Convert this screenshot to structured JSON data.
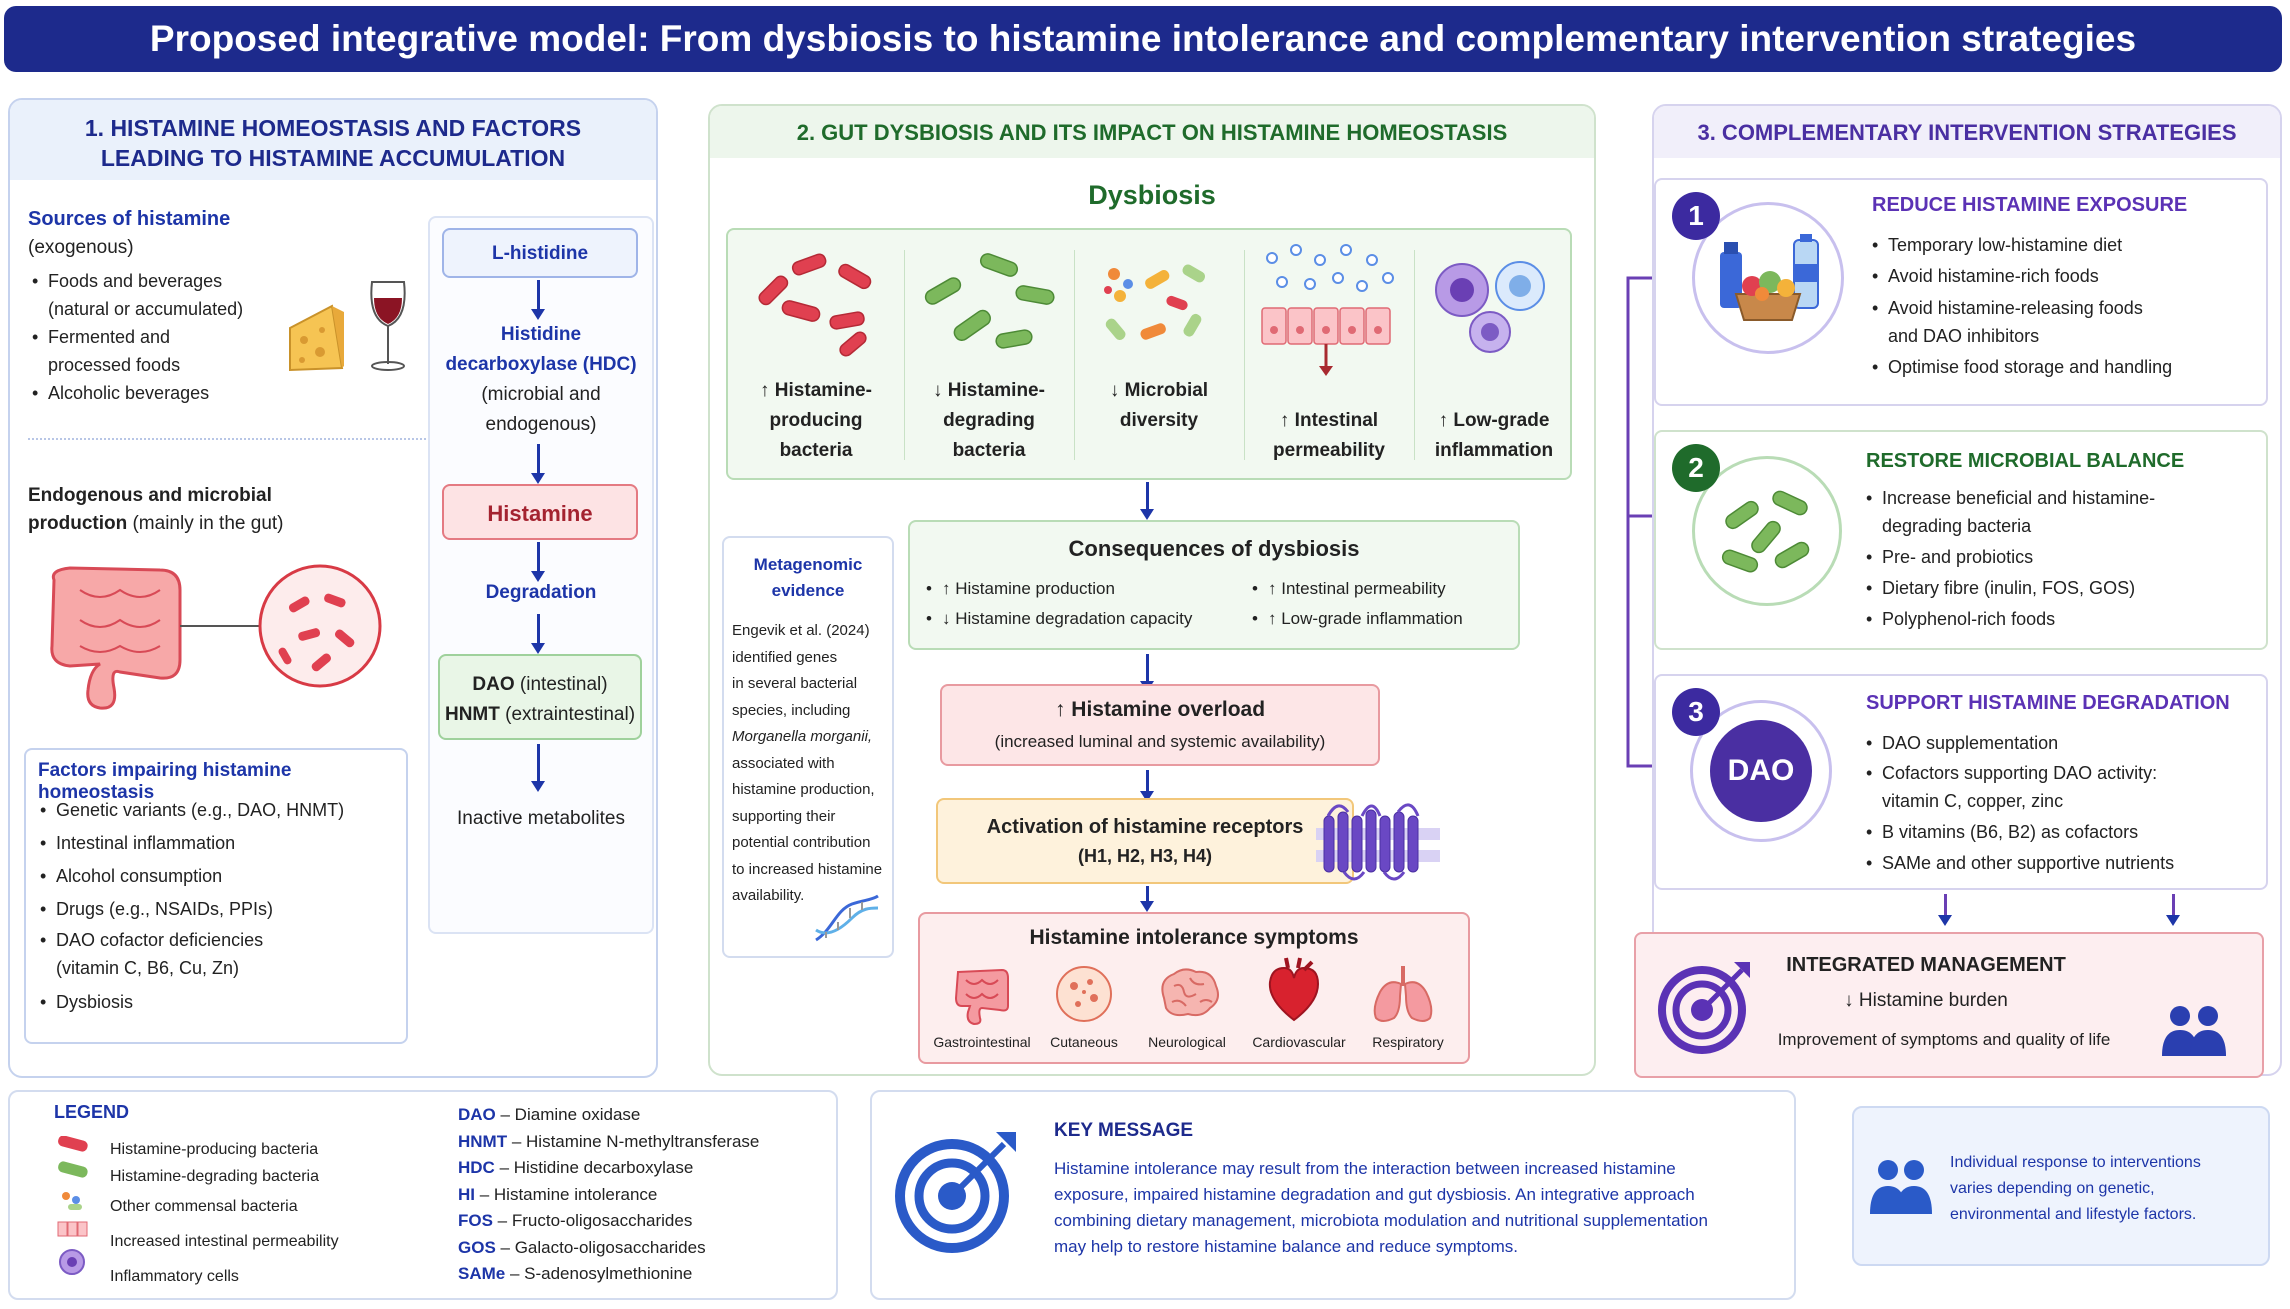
{
  "title": "Proposed integrative model: From dysbiosis to histamine intolerance and complementary intervention strategies",
  "section1": {
    "heading_line1": "1. HISTAMINE HOMEOSTASIS AND FACTORS",
    "heading_line2": "LEADING TO HISTAMINE ACCUMULATION",
    "sources_title": "Sources of histamine",
    "sources_sub": "(exogenous)",
    "sources": [
      "Foods and beverages",
      "(natural or accumulated)",
      "Fermented and",
      "processed foods",
      "Alcoholic beverages"
    ],
    "endo_title": "Endogenous and microbial",
    "endo_title2": "production",
    "endo_sub": "(mainly in the gut)",
    "factors_title": "Factors impairing histamine homeostasis",
    "factors": [
      "Genetic variants (e.g., DAO, HNMT)",
      "Intestinal inflammation",
      "Alcohol consumption",
      "Drugs (e.g., NSAIDs, PPIs)",
      "DAO cofactor deficiencies",
      "(vitamin C, B6, Cu, Zn)",
      "Dysbiosis"
    ],
    "pathway": {
      "lhistidine": "L-histidine",
      "hdc1": "Histidine",
      "hdc2": "decarboxylase (HDC)",
      "hdc3": "(microbial and",
      "hdc4": "endogenous)",
      "histamine": "Histamine",
      "degradation": "Degradation",
      "dao": "DAO",
      "dao_sub": "(intestinal)",
      "hnmt": "HNMT",
      "hnmt_sub": "(extraintestinal)",
      "inactive": "Inactive metabolites"
    }
  },
  "section2": {
    "heading": "2. GUT DYSBIOSIS AND ITS IMPACT ON HISTAMINE HOMEOSTASIS",
    "dysbiosis": "Dysbiosis",
    "items": [
      {
        "l1": "↑ Histamine-",
        "l2": "producing",
        "l3": "bacteria"
      },
      {
        "l1": "↓ Histamine-",
        "l2": "degrading",
        "l3": "bacteria"
      },
      {
        "l1": "↓ Microbial",
        "l2": "diversity",
        "l3": ""
      },
      {
        "l1": "↑ Intestinal",
        "l2": "permeability",
        "l3": ""
      },
      {
        "l1": "↑ Low-grade",
        "l2": "inflammation",
        "l3": ""
      }
    ],
    "meta_title1": "Metagenomic",
    "meta_title2": "evidence",
    "meta_lines": [
      "Engevik et al. (2024)",
      "identified genes",
      "in several bacterial",
      "species, including",
      "Morganella morganii,",
      "associated with",
      "histamine production,",
      "supporting their",
      "potential contribution",
      "to increased histamine",
      "availability."
    ],
    "consequences_title": "Consequences of dysbiosis",
    "consequences": [
      "↑ Histamine production",
      "↓ Histamine degradation capacity",
      "↑ Intestinal permeability",
      "↑ Low-grade inflammation"
    ],
    "overload_title": "↑ Histamine overload",
    "overload_sub": "(increased luminal and systemic availability)",
    "receptors_title": "Activation of histamine receptors",
    "receptors_sub": "(H1, H2, H3, H4)",
    "symptoms_title": "Histamine intolerance symptoms",
    "symptoms": [
      "Gastrointestinal",
      "Cutaneous",
      "Neurological",
      "Cardiovascular",
      "Respiratory"
    ]
  },
  "section3": {
    "heading": "3. COMPLEMENTARY INTERVENTION STRATEGIES",
    "strategies": [
      {
        "num": "1",
        "title": "REDUCE HISTAMINE EXPOSURE",
        "items": [
          "Temporary low-histamine diet",
          "Avoid histamine-rich foods",
          "Avoid histamine-releasing foods",
          "and DAO inhibitors",
          "Optimise food storage and handling"
        ]
      },
      {
        "num": "2",
        "title": "RESTORE MICROBIAL BALANCE",
        "items": [
          "Increase beneficial and histamine-",
          "degrading bacteria",
          "Pre- and probiotics",
          "Dietary fibre (inulin, FOS, GOS)",
          "Polyphenol-rich foods"
        ]
      },
      {
        "num": "3",
        "title": "SUPPORT HISTAMINE DEGRADATION",
        "icon_text": "DAO",
        "items": [
          "DAO supplementation",
          "Cofactors supporting DAO activity:",
          "vitamin C, copper, zinc",
          "B vitamins (B6, B2) as cofactors",
          "SAMe and other supportive nutrients"
        ]
      }
    ],
    "integrated_title": "INTEGRATED MANAGEMENT",
    "integrated_l1": "↓ Histamine burden",
    "integrated_l2": "Improvement of symptoms and quality of life"
  },
  "legend": {
    "title": "LEGEND",
    "symbols": [
      "Histamine-producing bacteria",
      "Histamine-degrading bacteria",
      "Other commensal bacteria",
      "Increased intestinal permeability",
      "Inflammatory cells"
    ],
    "abbrevs": [
      {
        "k": "DAO",
        "v": " – Diamine oxidase"
      },
      {
        "k": "HNMT",
        "v": " – Histamine N-methyltransferase"
      },
      {
        "k": "HDC",
        "v": " – Histidine decarboxylase"
      },
      {
        "k": "HI",
        "v": " – Histamine intolerance"
      },
      {
        "k": "FOS",
        "v": " – Fructo-oligosaccharides"
      },
      {
        "k": "GOS",
        "v": " – Galacto-oligosaccharides"
      },
      {
        "k": "SAMe",
        "v": " – S-adenosylmethionine"
      }
    ]
  },
  "key_message": {
    "title": "KEY MESSAGE",
    "lines": [
      "Histamine intolerance may result from the interaction between increased histamine",
      "exposure, impaired histamine degradation and gut dysbiosis. An integrative approach",
      "combining dietary management, microbiota modulation and nutritional supplementation",
      "may help to restore histamine balance and reduce symptoms."
    ]
  },
  "note": {
    "lines": [
      "Individual response to interventions",
      "varies depending on genetic,",
      "environmental and lifestyle factors."
    ]
  },
  "colors": {
    "navy": "#1d2a8c",
    "blue": "#1d35a8",
    "green": "#1f6b2b",
    "purple": "#5b32b5",
    "red": "#d83a45"
  }
}
